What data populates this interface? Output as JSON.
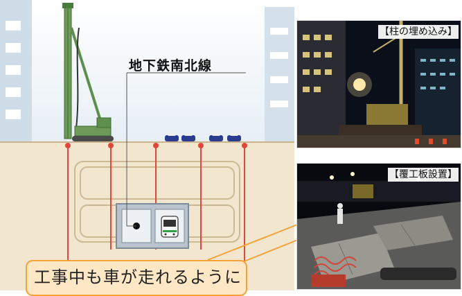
{
  "diagram": {
    "line_label": "地下鉄南北線",
    "callout_text": "工事中も車が走れるように"
  },
  "photos": [
    {
      "caption": "【柱の埋め込み】"
    },
    {
      "caption": "【覆工板設置】"
    }
  ],
  "colors": {
    "sky": "#e4edf4",
    "soil": "#f2e6cf",
    "ground_line": "#c9b48e",
    "rig_green": "#5f8f4f",
    "pile_red": "#e0473a",
    "tunnel_outline": "#cbb894",
    "callout_fill": "#fde7c5",
    "callout_border": "#f2a33a",
    "leader_line": "#f2a33a"
  }
}
